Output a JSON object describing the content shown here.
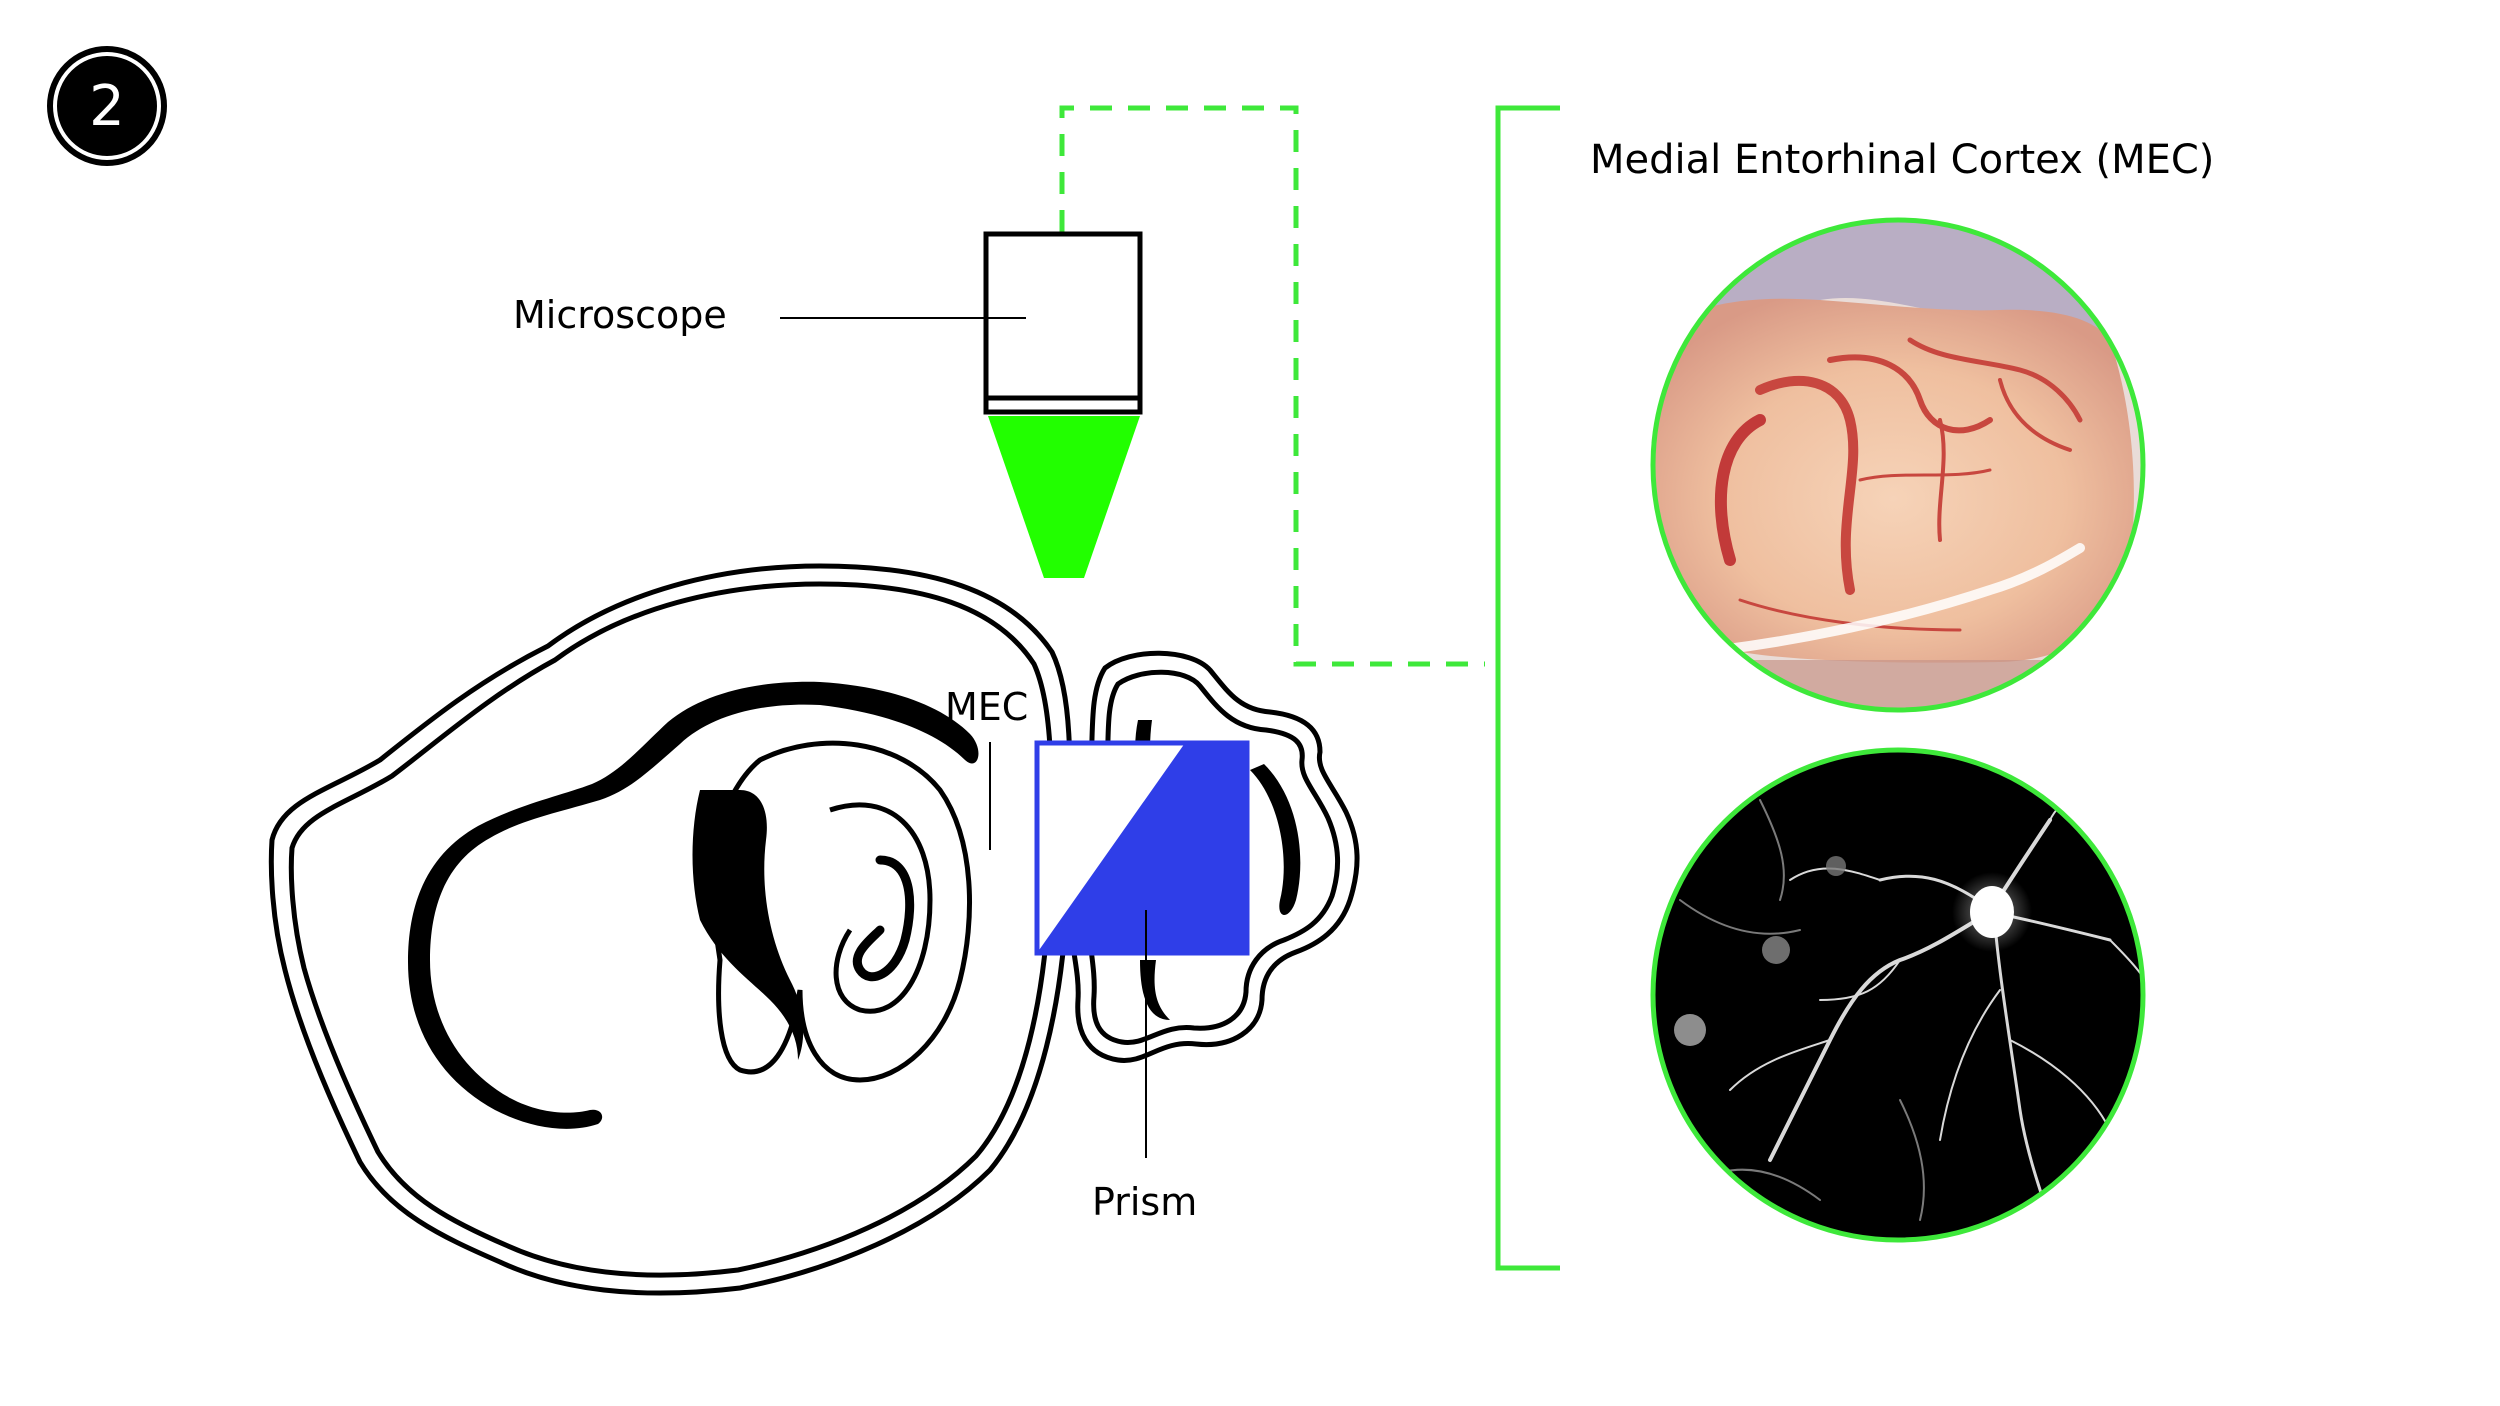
{
  "step": {
    "number": "2"
  },
  "labels": {
    "microscope": "Microscope",
    "mec": "MEC",
    "prism": "Prism",
    "panel_title": "Medial Entorhinal Cortex (MEC)"
  },
  "colors": {
    "light_green": "#22ff00",
    "frame_green": "#3ee83a",
    "prism_blue": "#2f3ee8",
    "ink": "#000000"
  },
  "icons": {
    "step_badge": "circled-number",
    "microscope": "microscope-objective-icon",
    "prism": "prism-icon"
  }
}
